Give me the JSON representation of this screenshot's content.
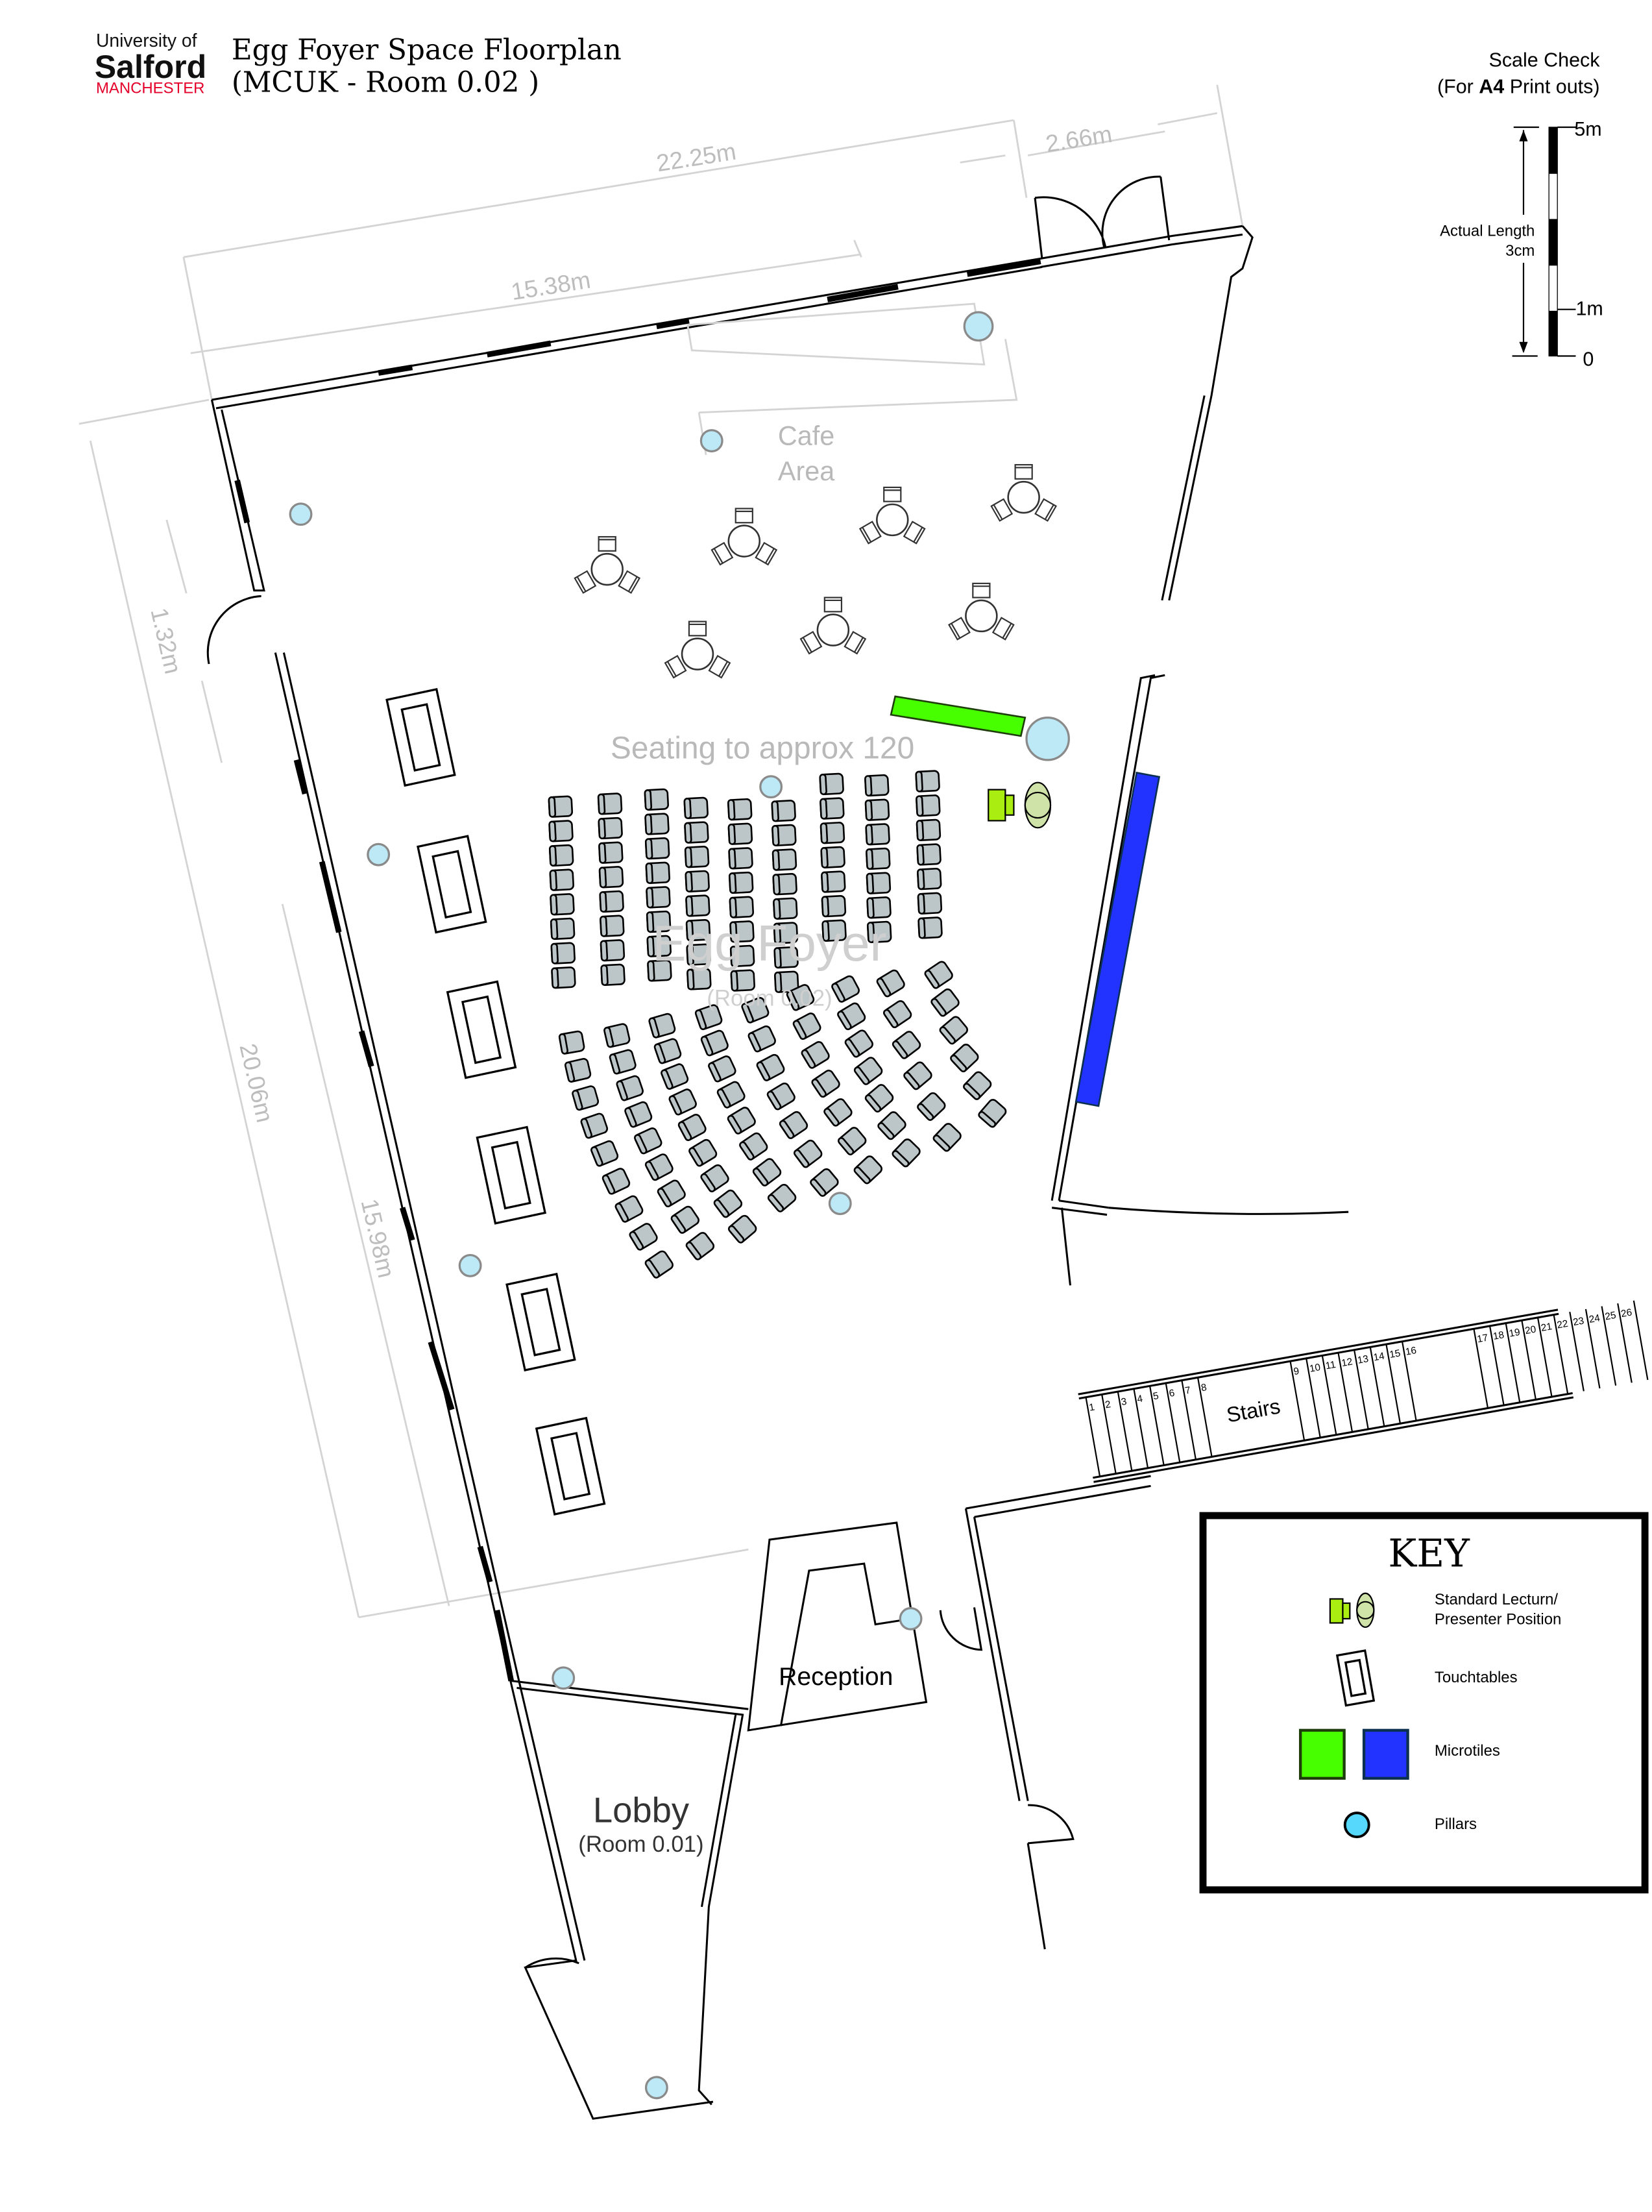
{
  "header": {
    "logo": {
      "line1": "University of",
      "line2": "Salford",
      "line3": "MANCHESTER"
    },
    "title_line1": "Egg Foyer Space Floorplan",
    "title_line2": "(MCUK - Room 0.02 )"
  },
  "scale_check": {
    "title": "Scale Check",
    "subtitle_pre": "(For ",
    "subtitle_bold": "A4",
    "subtitle_post": " Print outs)",
    "actual_length_label": "Actual Length",
    "actual_length_value": "3cm",
    "tick_top": "5m",
    "tick_mid": "1m",
    "tick_bottom": "0"
  },
  "dimensions": {
    "top_overall": "22.25m",
    "door_width": "2.66m",
    "top_inner": "15.38m",
    "left_door": "1.32m",
    "left_overall": "20.06m",
    "left_inner": "15.98m"
  },
  "labels": {
    "cafe_line1": "Cafe",
    "cafe_line2": "Area",
    "seating": "Seating to approx 120",
    "room_name": "Egg Foyer",
    "room_number": "(Room 0.02)",
    "stairs": "Stairs",
    "reception": "Reception",
    "lobby": "Lobby",
    "lobby_room": "(Room 0.01)"
  },
  "stair_numbers": [
    "1",
    "2",
    "3",
    "4",
    "5",
    "6",
    "7",
    "8",
    "9",
    "10",
    "11",
    "12",
    "13",
    "14",
    "15",
    "16",
    "17",
    "18",
    "19",
    "20",
    "21",
    "22",
    "23",
    "24",
    "25",
    "26"
  ],
  "key": {
    "title": "KEY",
    "items": [
      {
        "label_line1": "Standard Lecturn/",
        "label_line2": "Presenter Position"
      },
      {
        "label_line1": "Touchtables"
      },
      {
        "label_line1": "Microtiles"
      },
      {
        "label_line1": "Pillars"
      }
    ]
  },
  "colors": {
    "microtile_green": "#48ff00",
    "microtile_blue": "#2233ff",
    "pillar": "#55d8fb",
    "lectern": "#aaee11",
    "presenter": "#cfe3a8",
    "seat": "#bcc5c8",
    "logo_red": "#e4002b"
  }
}
